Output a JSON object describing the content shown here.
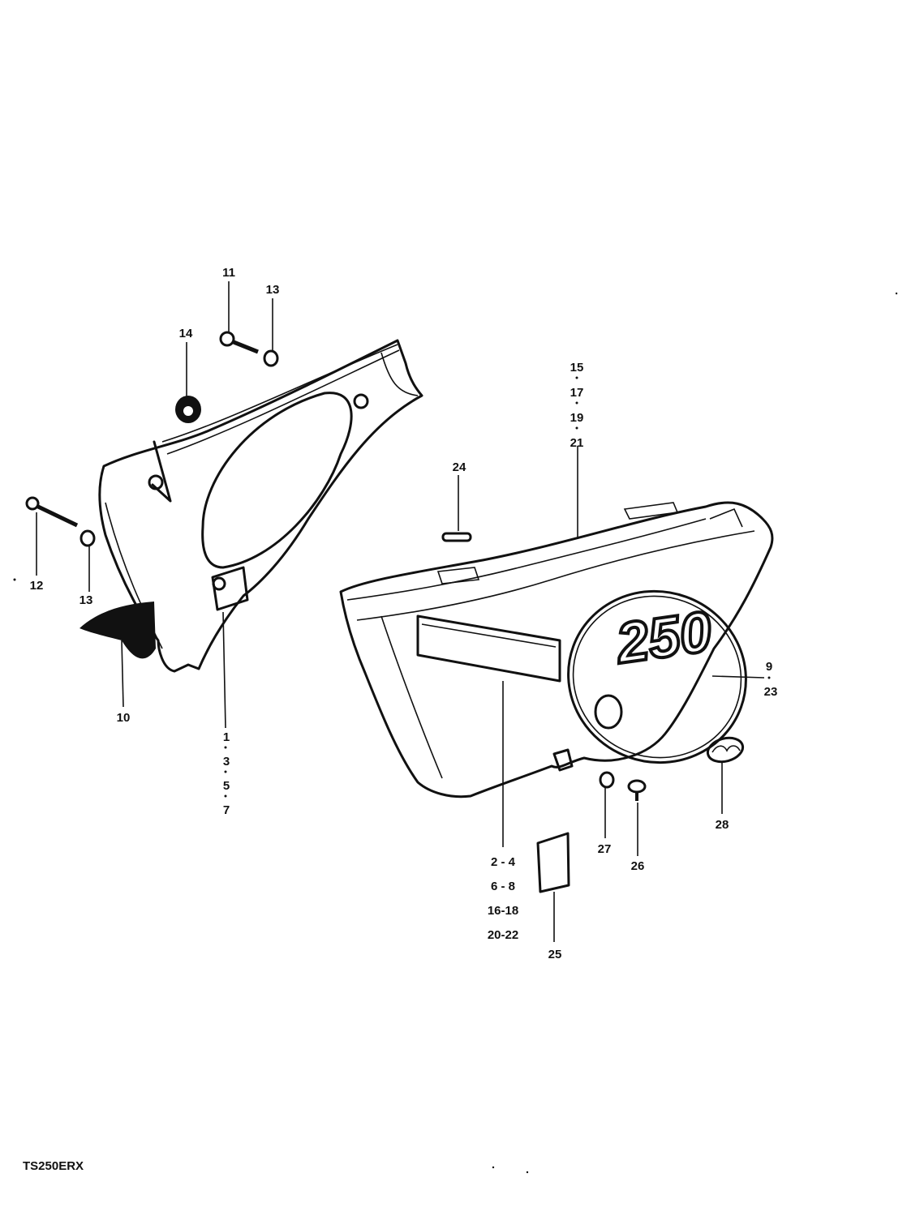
{
  "labels": {
    "l11": "11",
    "l13a": "13",
    "l14": "14",
    "l12": "12",
    "l13b": "13",
    "l10": "10",
    "l1": "1",
    "l3": "3",
    "l5": "5",
    "l7": "7",
    "l15": "15",
    "l17": "17",
    "l19": "19",
    "l21": "21",
    "l24": "24",
    "l9": "9",
    "l23": "23",
    "l2_4": "2 - 4",
    "l6_8": "6 - 8",
    "l16_18": "16-18",
    "l20_22": "20-22",
    "l25": "25",
    "l27": "27",
    "l26": "26",
    "l28": "28"
  },
  "emblem_text": "250",
  "model_code": "TS250ERX"
}
